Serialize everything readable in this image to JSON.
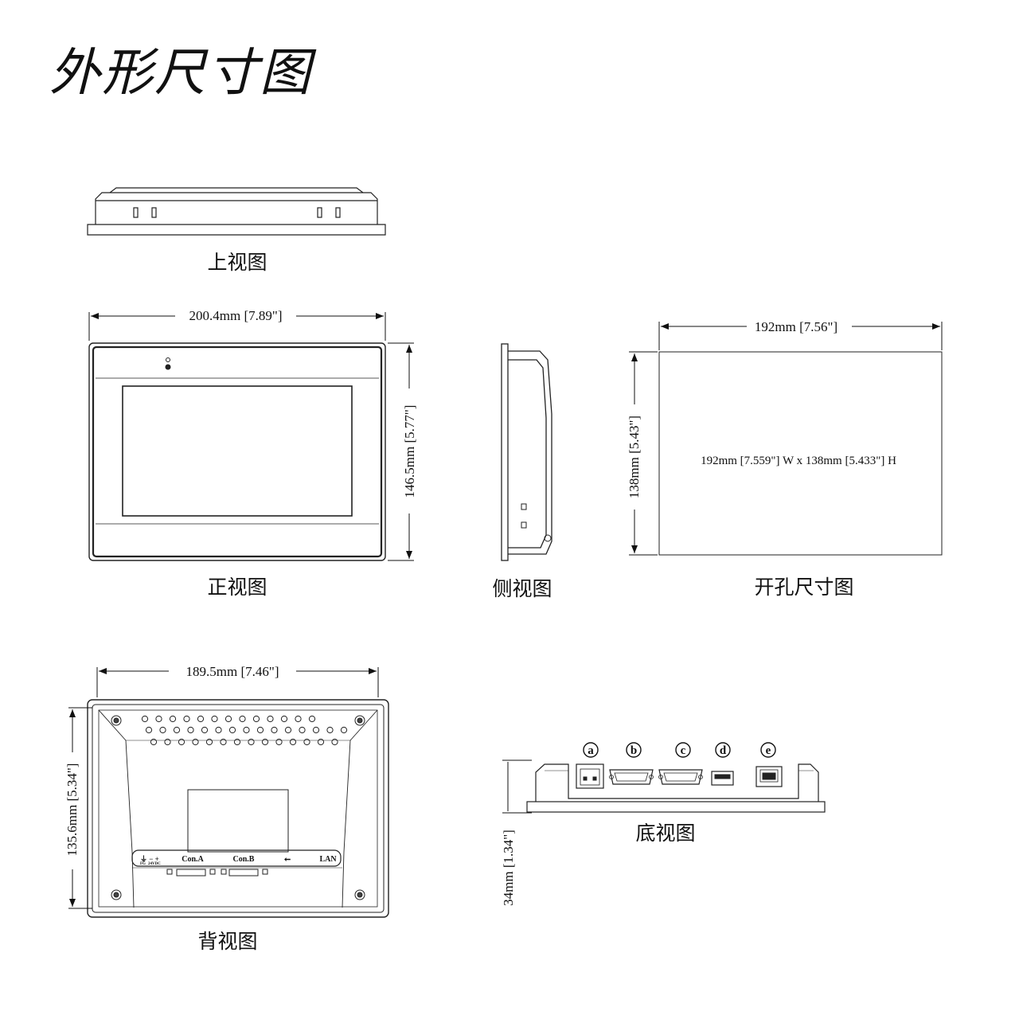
{
  "title": "外形尺寸图",
  "views": {
    "top": "上视图",
    "front": "正视图",
    "side": "侧视图",
    "cutout": "开孔尺寸图",
    "back": "背视图",
    "bottom": "底视图"
  },
  "dimensions": {
    "front_width": "200.4mm [7.89\"]",
    "front_height": "146.5mm [5.77\"]",
    "cutout_width": "192mm [7.56\"]",
    "cutout_height": "138mm [5.43\"]",
    "cutout_note": "192mm [7.559\"] W x 138mm [5.433\"] H",
    "back_width": "189.5mm [7.46\"]",
    "back_height": "135.6mm [5.34\"]",
    "depth": "34mm [1.34\"]"
  },
  "back_ports": {
    "fg": "FG",
    "power": "24VDC",
    "con_a": "Con.A",
    "con_b": "Con.B",
    "lan": "LAN"
  },
  "bottom_ports": [
    "a",
    "b",
    "c",
    "d",
    "e"
  ]
}
